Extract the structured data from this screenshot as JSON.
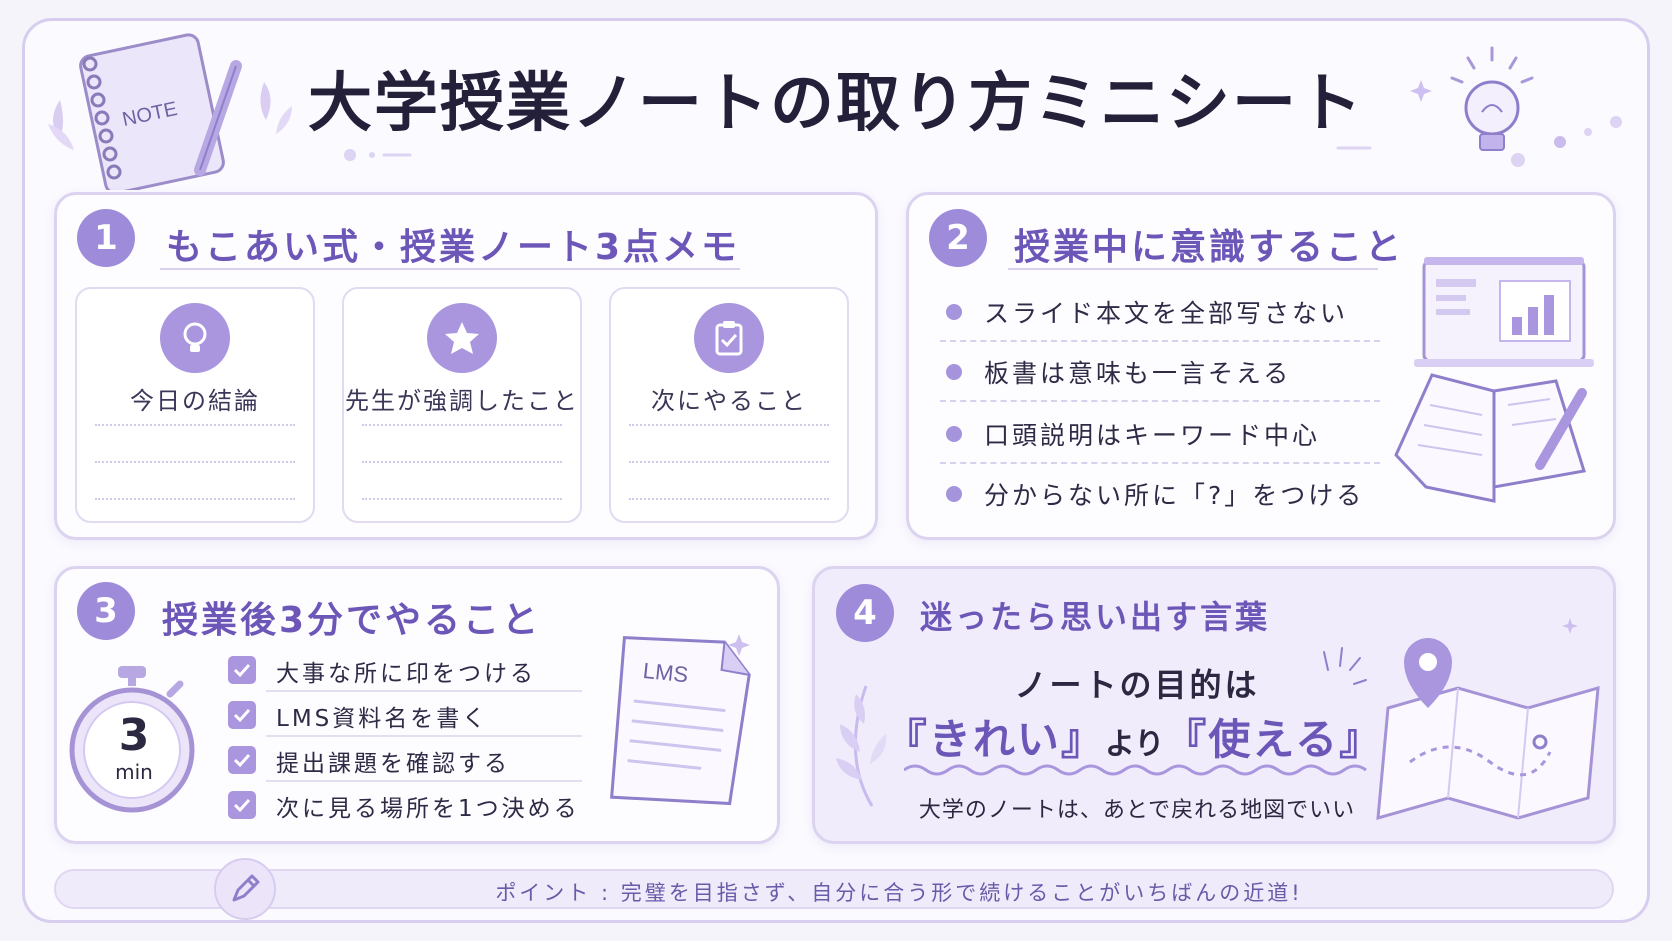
{
  "title": "大学授業ノートの取り方ミニシート",
  "note_cover_label": "NOTE",
  "section1": {
    "number": "1",
    "title": "もこあい式・授業ノート3点メモ",
    "boxes": [
      {
        "icon": "lightbulb-icon",
        "label": "今日の結論"
      },
      {
        "icon": "star-icon",
        "label": "先生が強調したこと"
      },
      {
        "icon": "clipboard-check-icon",
        "label": "次にやること"
      }
    ]
  },
  "section2": {
    "number": "2",
    "title": "授業中に意識すること",
    "bullets": [
      "スライド本文を全部写さない",
      "板書は意味も一言そえる",
      "口頭説明はキーワード中心",
      "分からない所に「?」をつける"
    ]
  },
  "section3": {
    "number": "3",
    "title": "授業後3分でやること",
    "timer_value": "3",
    "timer_unit": "min",
    "checklist": [
      "大事な所に印をつける",
      "LMS資料名を書く",
      "提出課題を確認する",
      "次に見る場所を1つ決める"
    ],
    "document_label": "LMS"
  },
  "section4": {
    "number": "4",
    "title": "迷ったら思い出す言葉",
    "line1": "ノートの目的は",
    "line2_part1": "『きれい』",
    "line2_part2": "より",
    "line2_part3": "『使える』",
    "subtitle": "大学のノートは、あとで戻れる地図でいい"
  },
  "tip": "ポイント : 完璧を目指さず、自分に合う形で続けることがいちばんの近道!",
  "colors": {
    "accent": "#9e8bd9",
    "accent_dark": "#6c56b8",
    "border": "#dcd3f0",
    "background": "#fbfaff"
  }
}
